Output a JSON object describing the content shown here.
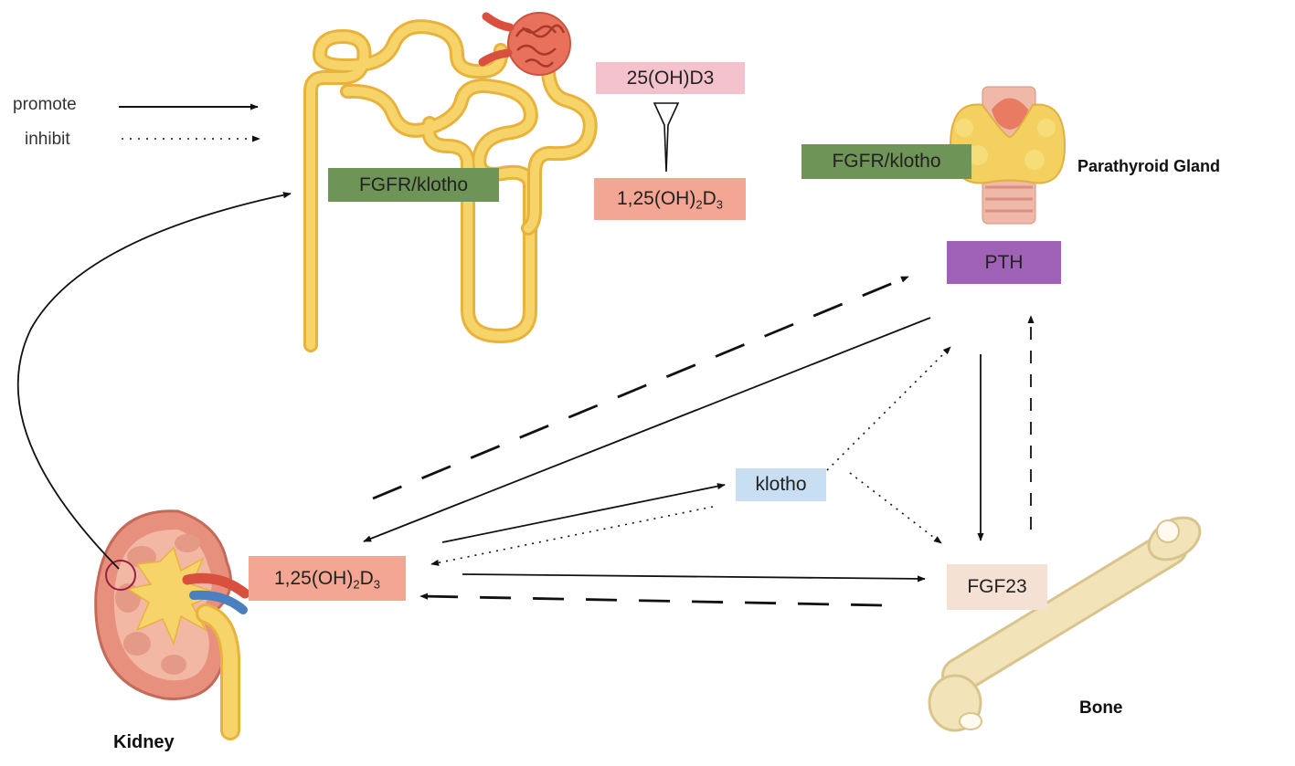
{
  "legend": {
    "promote_label": "promote",
    "inhibit_label": "inhibit"
  },
  "nephron": {
    "receptor_label": "FGFR/klotho",
    "precursor_label": "25(OH)D3",
    "product": {
      "pre": "1,25(OH)",
      "sub1": "2",
      "mid": "D",
      "sub2": "3"
    }
  },
  "parathyroid": {
    "receptor_label": "FGFR/klotho",
    "organ_label": "Parathyroid Gland",
    "hormone_label": "PTH"
  },
  "kidney": {
    "organ_label": "Kidney",
    "product": {
      "pre": "1,25(OH)",
      "sub1": "2",
      "mid": "D",
      "sub2": "3"
    }
  },
  "klotho_label": "klotho",
  "fgf23_label": "FGF23",
  "bone_label": "Bone",
  "colors": {
    "receptor_box": "#6e9457",
    "precursor_box": "#f3c2cd",
    "vitd_box": "#f2a693",
    "pth_box": "#9f62b7",
    "klotho_box": "#c8def2",
    "fgf23_box": "#f5e1d4",
    "tubule_fill": "#f6d46a",
    "tubule_stroke": "#e8b33c",
    "kidney_outer": "#e8907e",
    "bone_fill": "#f2e3b8"
  }
}
